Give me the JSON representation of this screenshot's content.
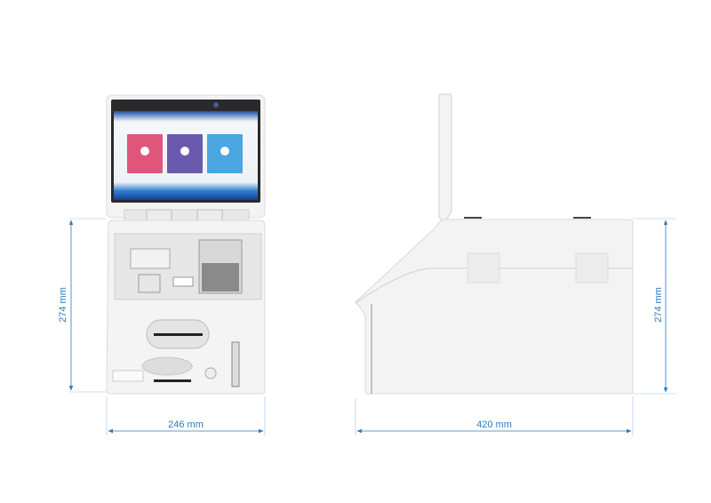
{
  "front_view": {
    "width_label": "246 mm",
    "height_label": "274 mm",
    "screen_tiles": [
      {
        "color": "#e0567a",
        "icon": "card-icon"
      },
      {
        "color": "#6a5aae",
        "icon": "card-icon"
      },
      {
        "color": "#4aa6e0",
        "icon": "card-icon"
      }
    ]
  },
  "side_view": {
    "depth_label": "420 mm",
    "height_label": "274 mm"
  },
  "colors": {
    "dimension": "#2a7bc0",
    "body": "#f2f2f2",
    "bezel": "#2a2a2a"
  }
}
